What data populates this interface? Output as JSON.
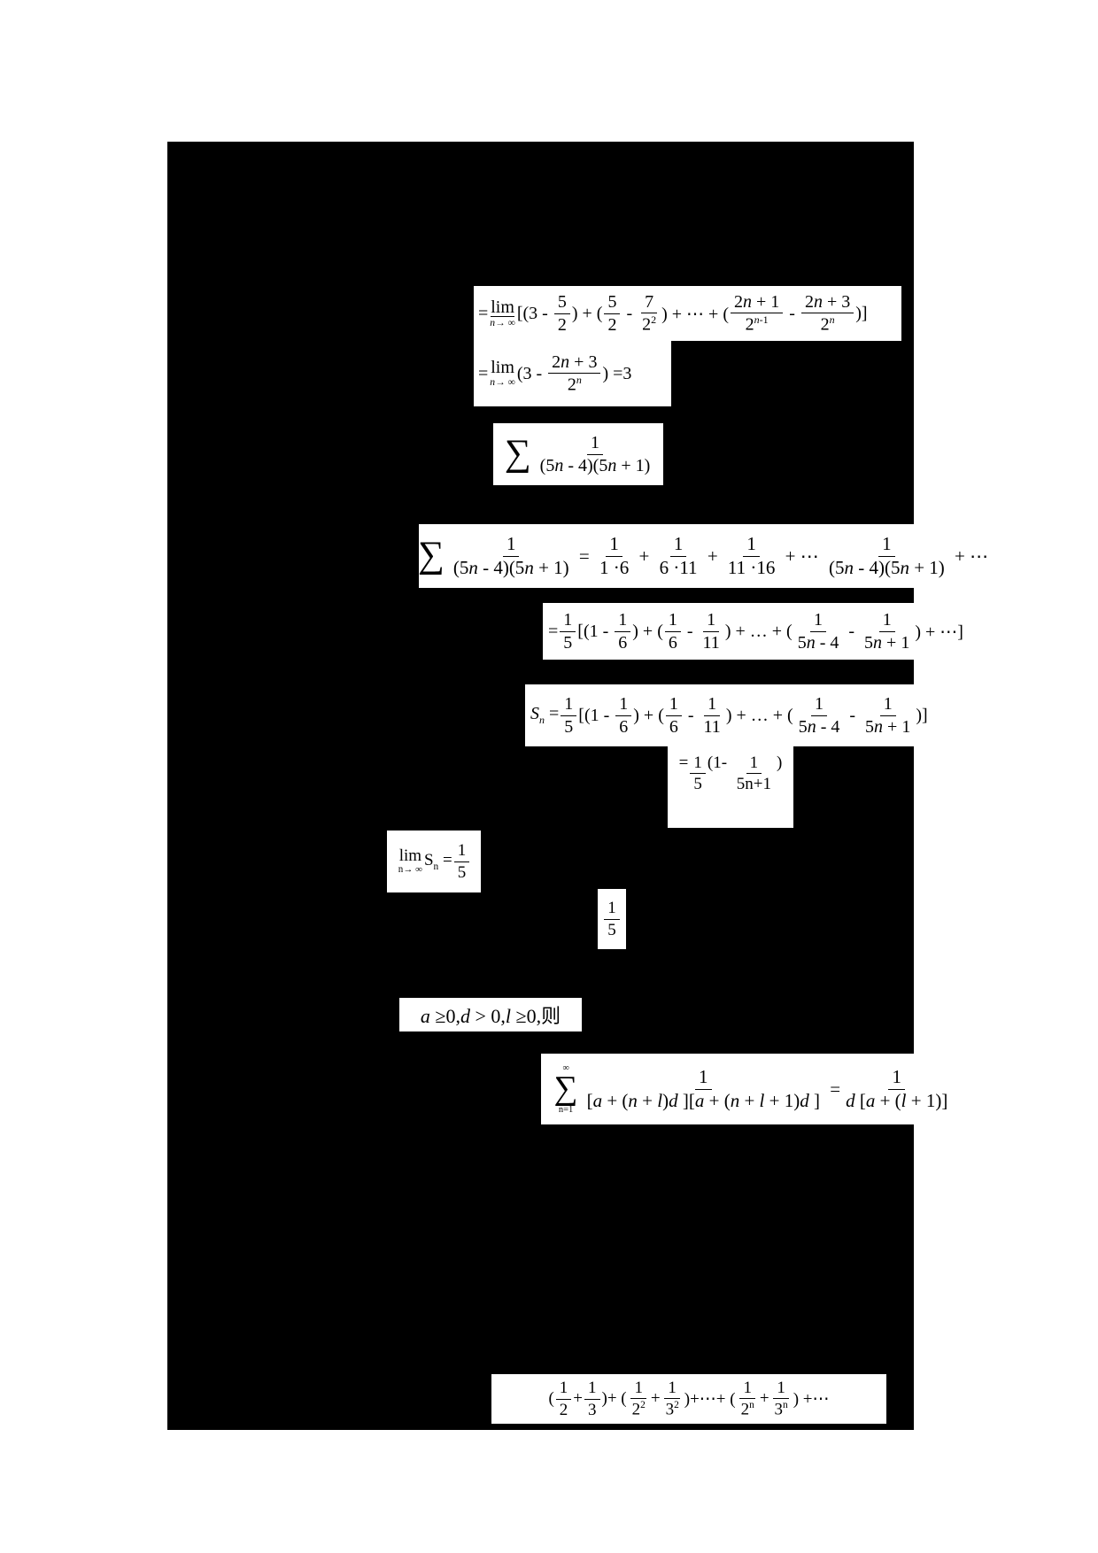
{
  "document": {
    "background": "#ffffff",
    "panel_color": "#000000",
    "formulas": [
      {
        "name": "formula-limit-expanded-telescoping",
        "tokens": [
          {
            "t": "txt",
            "v": "="
          },
          {
            "t": "lim",
            "ul": true,
            "u": "*n*→ ∞"
          },
          {
            "t": "txt",
            "v": "[(3 - "
          },
          {
            "t": "frac",
            "n": "5",
            "d": "2"
          },
          {
            "t": "txt",
            "v": ") + ("
          },
          {
            "t": "frac",
            "n": "5",
            "d": "2"
          },
          {
            "t": "txt",
            "v": " - "
          },
          {
            "t": "frac",
            "n": "7",
            "d": "2^{2}"
          },
          {
            "t": "txt",
            "v": ") + ⋯ + ("
          },
          {
            "t": "frac",
            "n": "2*n* + 1",
            "d": "2^{*n*-1}"
          },
          {
            "t": "txt",
            "v": " - "
          },
          {
            "t": "frac",
            "n": "2*n* + 3",
            "d": "2^{*n*}"
          },
          {
            "t": "txt",
            "v": ")]"
          }
        ]
      },
      {
        "name": "formula-limit-result-3",
        "tokens": [
          {
            "t": "txt",
            "v": "="
          },
          {
            "t": "lim",
            "u": "*n*→ ∞"
          },
          {
            "t": "txt",
            "v": "(3 - "
          },
          {
            "t": "frac",
            "n": "2*n* + 3",
            "d": "2^{*n*}"
          },
          {
            "t": "txt",
            "v": ") =3"
          }
        ]
      },
      {
        "name": "formula-series-5n",
        "tokens": [
          {
            "t": "sum"
          },
          {
            "t": "frac",
            "n": "1",
            "d": "(5*n* - 4)(5*n* + 1)"
          }
        ]
      },
      {
        "name": "formula-series-5n-expanded",
        "tokens": [
          {
            "t": "sum"
          },
          {
            "t": "frac",
            "n": "1",
            "d": "(5*n* - 4)(5*n* + 1)"
          },
          {
            "t": "txt",
            "v": " = "
          },
          {
            "t": "frac",
            "n": "1",
            "d": "1 ·6"
          },
          {
            "t": "txt",
            "v": " + "
          },
          {
            "t": "frac",
            "n": "1",
            "d": "6 ·11"
          },
          {
            "t": "txt",
            "v": " + "
          },
          {
            "t": "frac",
            "n": "1",
            "d": "11 ·16"
          },
          {
            "t": "txt",
            "v": " + ⋯ "
          },
          {
            "t": "frac",
            "n": "1",
            "d": "(5*n* - 4)(5*n* + 1)"
          },
          {
            "t": "txt",
            "v": " + ⋯"
          }
        ]
      },
      {
        "name": "formula-one-fifth-telescoping",
        "tokens": [
          {
            "t": "txt",
            "v": "="
          },
          {
            "t": "frac",
            "n": "1",
            "d": "5"
          },
          {
            "t": "txt",
            "v": "[(1 - "
          },
          {
            "t": "frac",
            "n": "1",
            "d": "6"
          },
          {
            "t": "txt",
            "v": ") + ("
          },
          {
            "t": "frac",
            "n": "1",
            "d": "6"
          },
          {
            "t": "txt",
            "v": " - "
          },
          {
            "t": "frac",
            "n": "1",
            "d": "11"
          },
          {
            "t": "txt",
            "v": ") + … + ("
          },
          {
            "t": "frac",
            "n": "1",
            "d": "5*n* - 4"
          },
          {
            "t": "txt",
            "v": " - "
          },
          {
            "t": "frac",
            "n": "1",
            "d": "5*n* + 1"
          },
          {
            "t": "txt",
            "v": ") + ⋯]"
          }
        ]
      },
      {
        "name": "formula-partial-sum-sn",
        "tokens": [
          {
            "t": "txt",
            "v": "*S*_{*n*} ="
          },
          {
            "t": "frac",
            "n": "1",
            "d": "5"
          },
          {
            "t": "txt",
            "v": "[(1 - "
          },
          {
            "t": "frac",
            "n": "1",
            "d": "6"
          },
          {
            "t": "txt",
            "v": ") + ("
          },
          {
            "t": "frac",
            "n": "1",
            "d": "6"
          },
          {
            "t": "txt",
            "v": " - "
          },
          {
            "t": "frac",
            "n": "1",
            "d": "11"
          },
          {
            "t": "txt",
            "v": ") + … + ("
          },
          {
            "t": "frac",
            "n": "1",
            "d": "5*n* - 4"
          },
          {
            "t": "txt",
            "v": " - "
          },
          {
            "t": "frac",
            "n": "1",
            "d": "5*n* + 1"
          },
          {
            "t": "txt",
            "v": ")]"
          }
        ]
      },
      {
        "name": "formula-sn-simplified",
        "tokens": [
          {
            "t": "txt",
            "v": "="
          },
          {
            "t": "frac",
            "n": "1",
            "d": "5"
          },
          {
            "t": "txt",
            "v": "(1- "
          },
          {
            "t": "frac",
            "n": "1",
            "d": "5n+1"
          },
          {
            "t": "txt",
            "v": ")"
          }
        ]
      },
      {
        "name": "formula-limit-sn-one-fifth",
        "tokens": [
          {
            "t": "lim",
            "u": "n→ ∞"
          },
          {
            "t": "txt",
            "v": "S_{n} ="
          },
          {
            "t": "frac",
            "n": "1",
            "d": "5"
          }
        ]
      },
      {
        "name": "formula-answer-one-fifth",
        "tokens": [
          {
            "t": "frac",
            "n": "1",
            "d": "5"
          }
        ]
      },
      {
        "name": "formula-conditions-adl",
        "tokens": [
          {
            "t": "txt",
            "v": "*a* ≥0,*d* > 0,*l* ≥0,则"
          }
        ]
      },
      {
        "name": "formula-general-series-adl",
        "tokens": [
          {
            "t": "sum",
            "o": "∞",
            "u": "n=1"
          },
          {
            "t": "frac",
            "n": "1",
            "d": "[*a* + (*n* + *l*)*d* ][*a* + (*n* + *l* + 1)*d* ]"
          },
          {
            "t": "txt",
            "v": " ="
          },
          {
            "t": "frac",
            "n": "1",
            "d": "*d* [*a* + (*l* + 1)]"
          }
        ]
      },
      {
        "name": "formula-series-halves-thirds",
        "tokens": [
          {
            "t": "txt",
            "v": "("
          },
          {
            "t": "frac",
            "n": "1",
            "d": "2"
          },
          {
            "t": "txt",
            "v": "+"
          },
          {
            "t": "frac",
            "n": "1",
            "d": "3"
          },
          {
            "t": "txt",
            "v": ")+ ("
          },
          {
            "t": "frac",
            "n": "1",
            "d": "2^{2}"
          },
          {
            "t": "txt",
            "v": "+"
          },
          {
            "t": "frac",
            "n": "1",
            "d": "3^{2}"
          },
          {
            "t": "txt",
            "v": ")+⋯+ ("
          },
          {
            "t": "frac",
            "n": "1",
            "d": "2^{n}"
          },
          {
            "t": "txt",
            "v": "+"
          },
          {
            "t": "frac",
            "n": "1",
            "d": "3^{n}"
          },
          {
            "t": "txt",
            "v": ") +⋯"
          }
        ]
      }
    ]
  }
}
